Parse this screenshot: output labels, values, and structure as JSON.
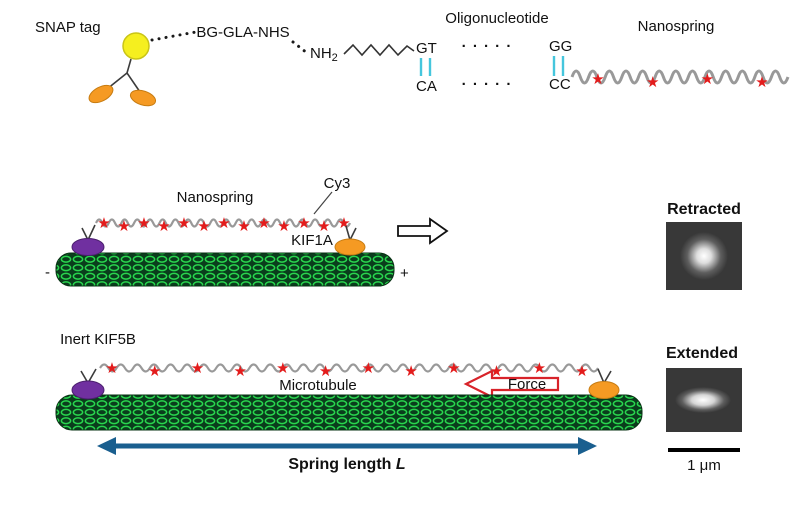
{
  "icons": {
    "star": "★"
  },
  "colors": {
    "star_red": "#e31c1c",
    "spring_gray": "#999999",
    "microtubule_green": "#29d64e",
    "microtubule_dark": "#0a3d1c",
    "motor_purple": "#7030a0",
    "motor_orange": "#f59a23",
    "snap_yellow": "#f5ef1f",
    "basepair_cyan": "#45c6dd",
    "length_arrow_blue": "#1a5f8f",
    "force_red": "#d8232a"
  },
  "top": {
    "snap_tag": "SNAP tag",
    "linker": "BG-GLA-NHS",
    "amine": "NH",
    "amine_sub": "2",
    "oligo_title": "Oligonucleotide",
    "strand1_left": "GT",
    "strand1_right": "GG",
    "strand2_left": "CA",
    "strand2_right": "CC",
    "pair_dots": "· · · · ·",
    "nanospring_label": "Nanospring"
  },
  "middle": {
    "nanospring_label": "Nanospring",
    "cy3_label": "Cy3",
    "kif1a_label": "KIF1A",
    "minus_end": "-",
    "plus_end": "+",
    "retracted_label": "Retracted"
  },
  "bottom": {
    "inert_label": "Inert KIF5B",
    "microtubule_label": "Microtubule",
    "force_label": "Force",
    "spring_length_text": "Spring length ",
    "spring_length_symbol": "L",
    "extended_label": "Extended",
    "scale_label": "1 μm"
  }
}
